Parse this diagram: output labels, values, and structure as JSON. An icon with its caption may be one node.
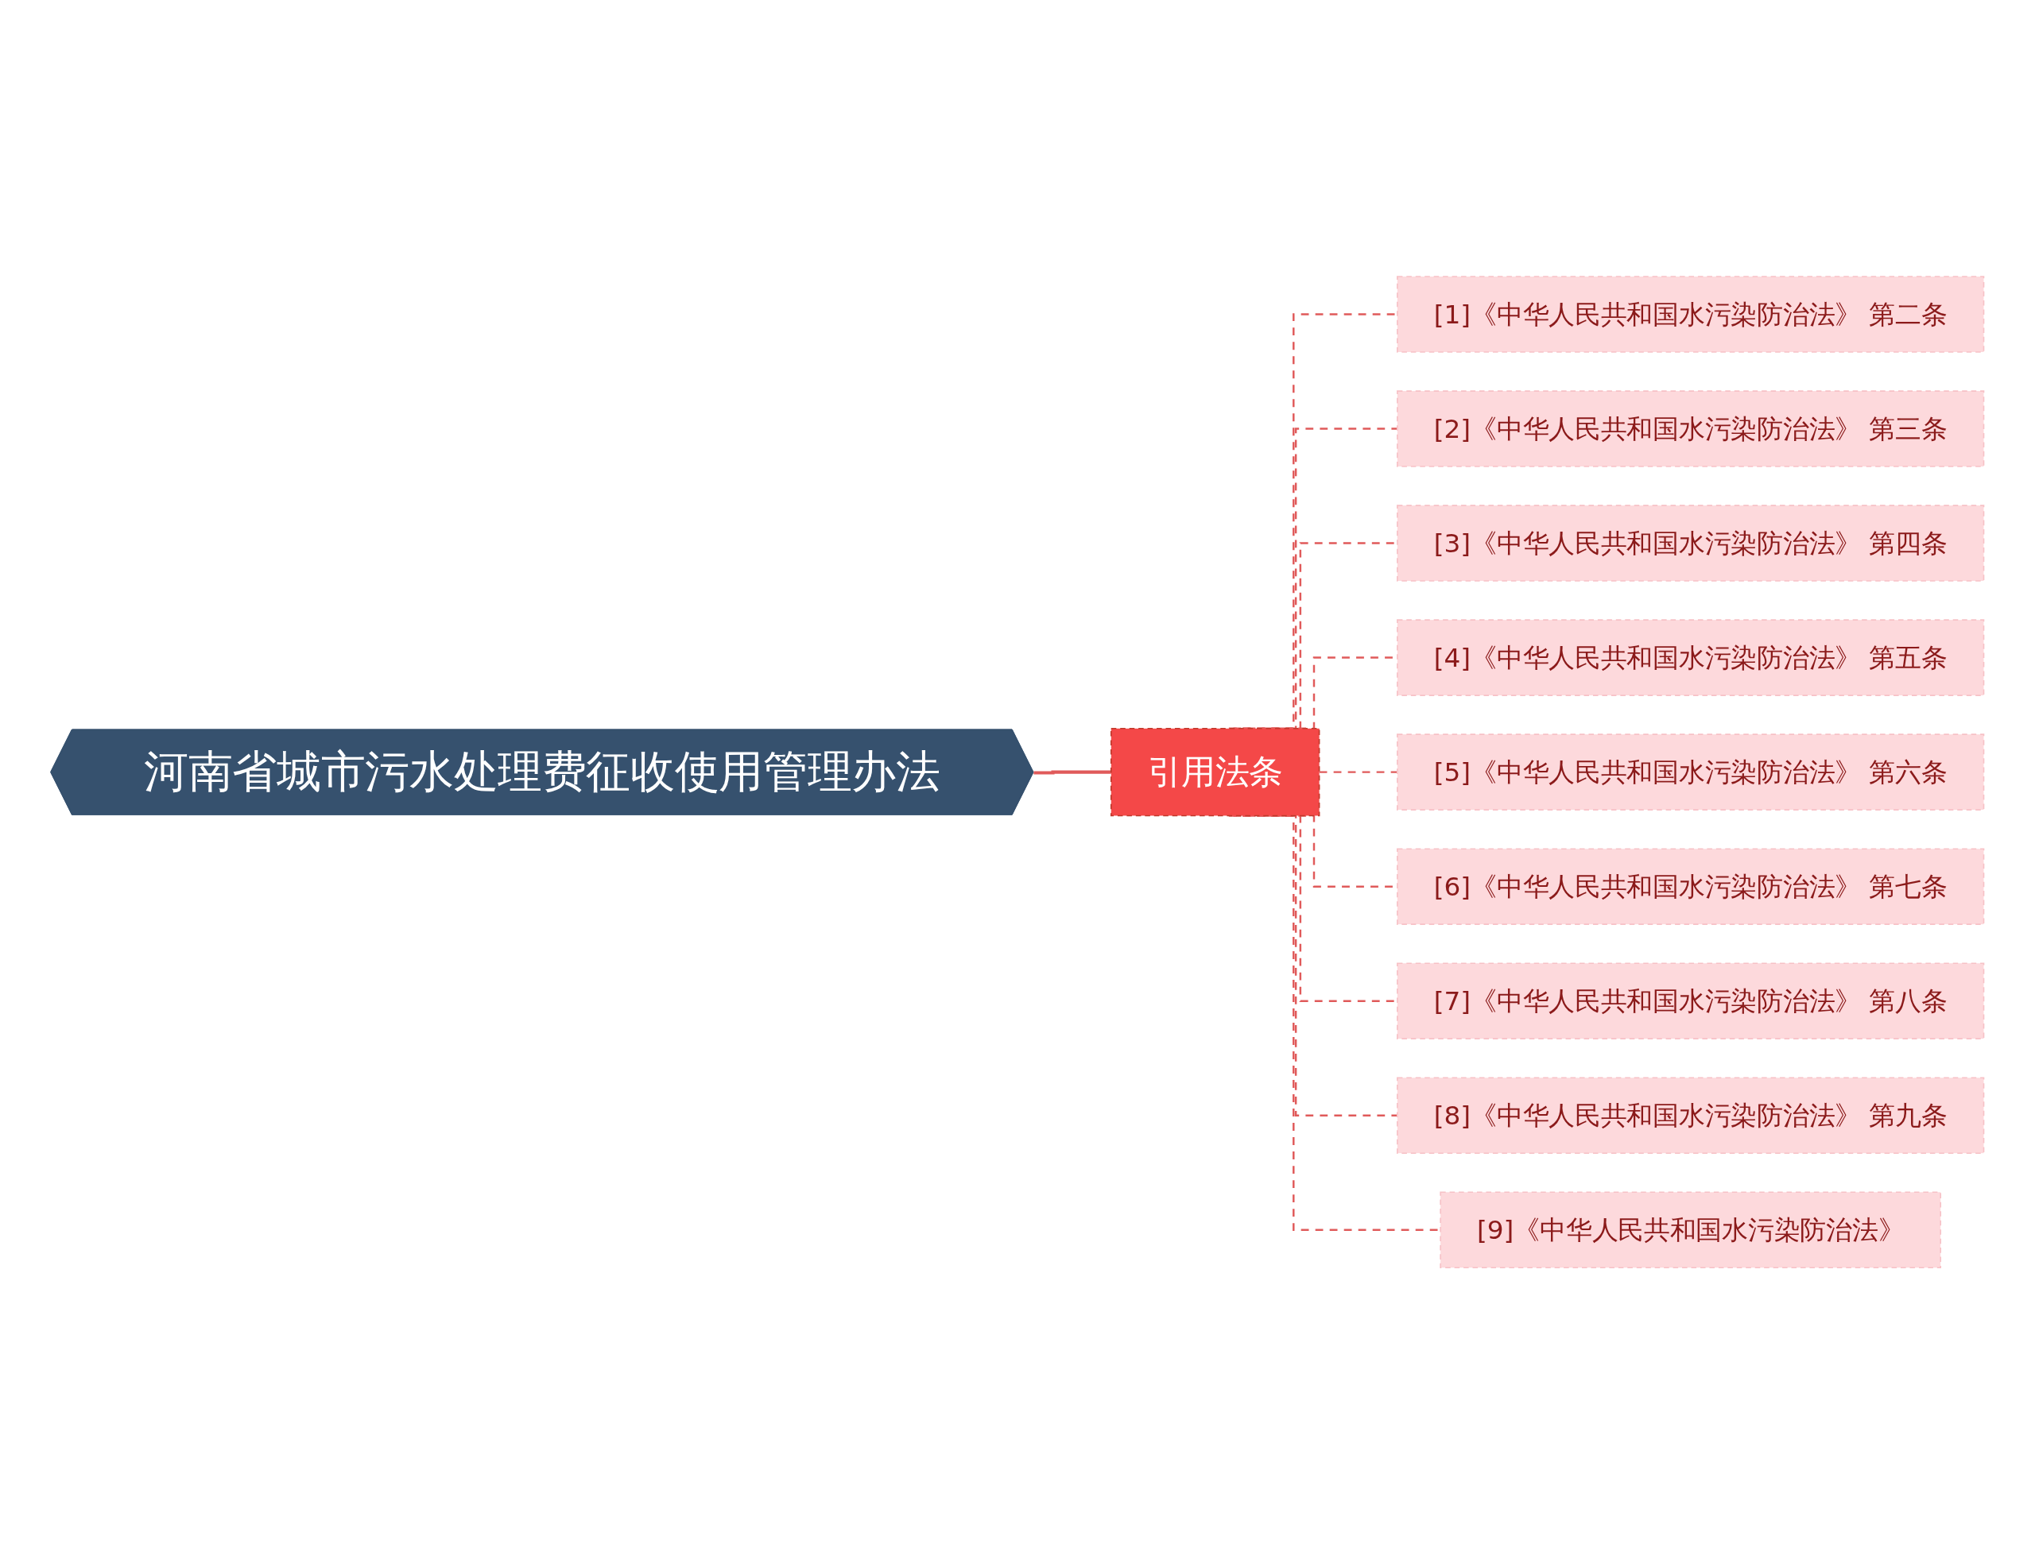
{
  "diagram": {
    "nodes": [
      {
        "text": [
          "河南省城市污水处理费征收使用管理办法"
        ]
      },
      {
        "text": [
          "引用法条"
        ]
      },
      {
        "text": [
          "[1]《中华人民共和国水污染防治法》 第二条"
        ]
      },
      {
        "text": [
          "[2]《中华人民共和国水污染防治法》 第三条"
        ]
      },
      {
        "text": [
          "[3]《中华人民共和国水污染防治法》 第四条"
        ]
      },
      {
        "text": [
          "[4]《中华人民共和国水污染防治法》 第五条"
        ]
      },
      {
        "text": [
          "[5]《中华人民共和国水污染防治法》 第六条"
        ]
      },
      {
        "text": [
          "[6]《中华人民共和国水污染防治法》 第七条"
        ]
      },
      {
        "text": [
          "[7]《中华人民共和国水污染防治法》 第八条"
        ]
      },
      {
        "text": [
          "[8]《中华人民共和国水污染防治法》 第九条"
        ]
      },
      {
        "text": [
          "[9]《中华人民共和国水污染防治法》"
        ]
      }
    ],
    "edges": [
      {
        "from": 0,
        "to": 1,
        "arrow": "none"
      },
      {
        "from": 1,
        "to": 2,
        "arrow": "none",
        "style": "dashed"
      },
      {
        "from": 1,
        "to": 3,
        "arrow": "none",
        "style": "dashed"
      },
      {
        "from": 1,
        "to": 4,
        "arrow": "none",
        "style": "dashed"
      },
      {
        "from": 1,
        "to": 5,
        "arrow": "none",
        "style": "dashed"
      },
      {
        "from": 1,
        "to": 6,
        "arrow": "none",
        "style": "dashed"
      },
      {
        "from": 1,
        "to": 7,
        "arrow": "none",
        "style": "dashed"
      },
      {
        "from": 1,
        "to": 8,
        "arrow": "none",
        "style": "dashed"
      },
      {
        "from": 1,
        "to": 9,
        "arrow": "none",
        "style": "dashed"
      },
      {
        "from": 1,
        "to": 10,
        "arrow": "none",
        "style": "dashed"
      }
    ]
  }
}
